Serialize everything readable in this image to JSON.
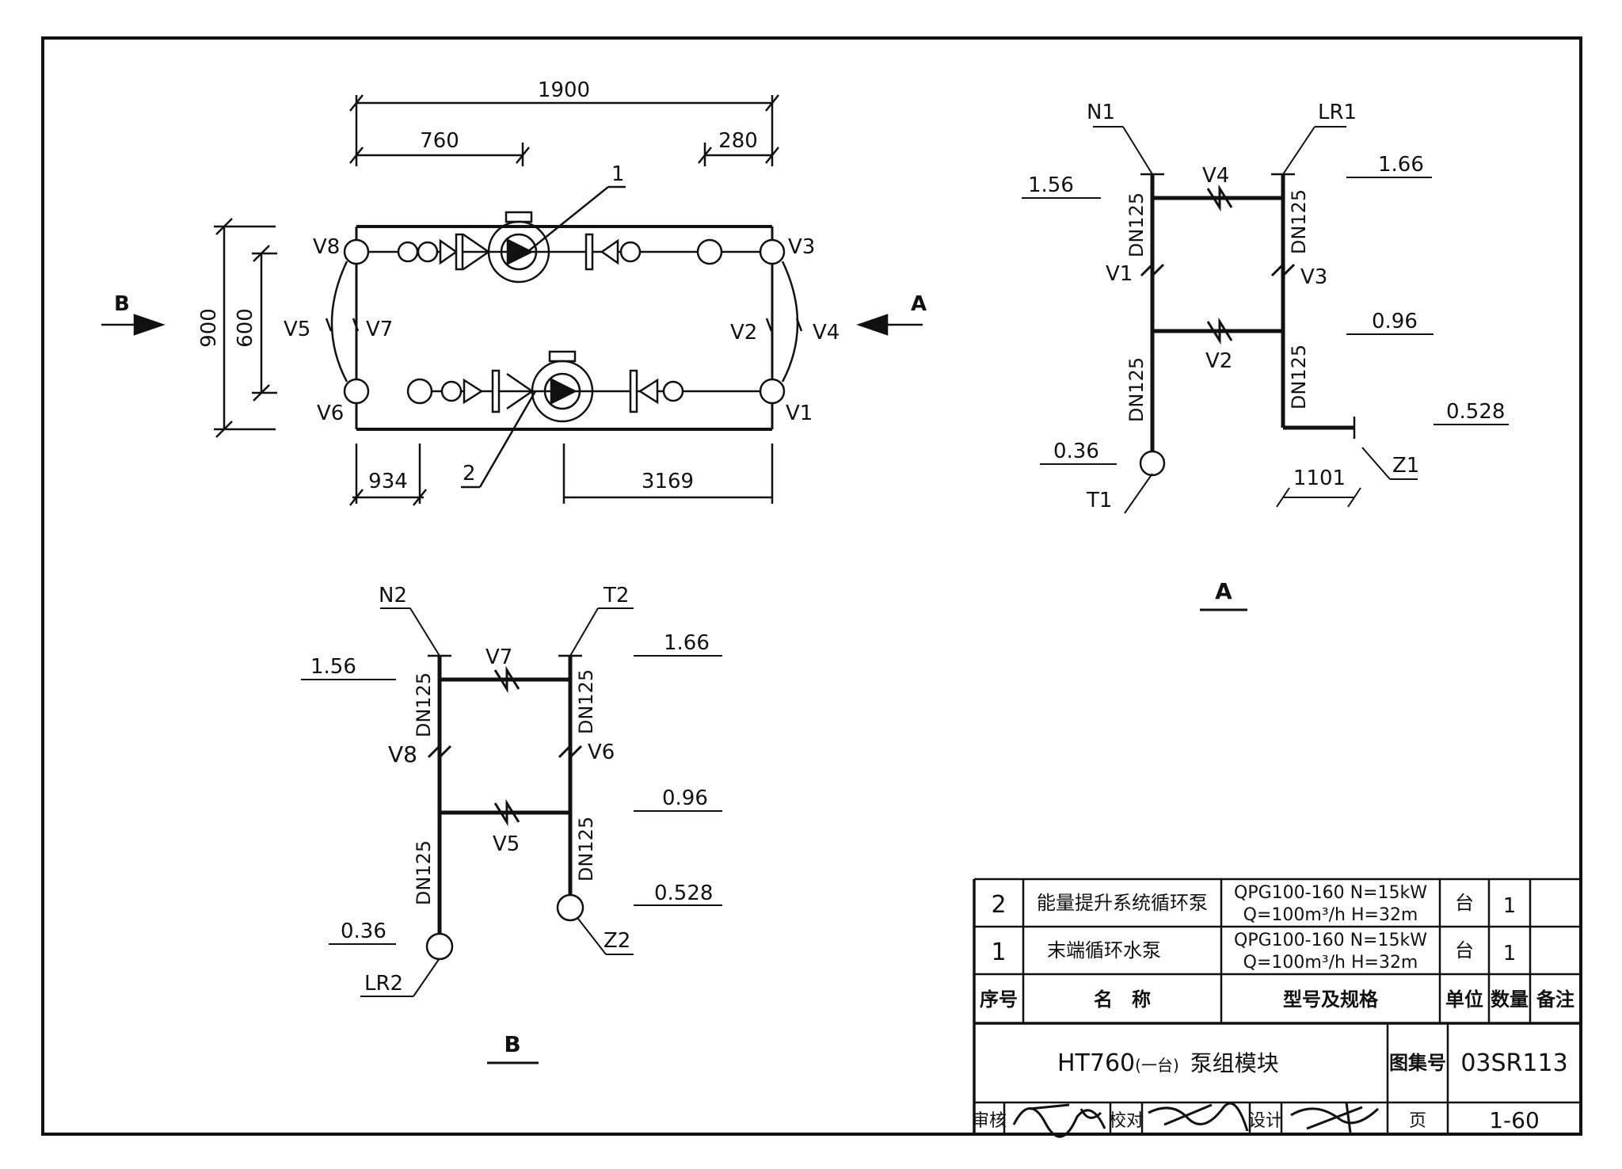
{
  "plan": {
    "dim_overall": "1900",
    "dim_left": "760",
    "dim_right": "280",
    "dim_height_outer": "900",
    "dim_height_inner": "600",
    "dim_bottom_left": "934",
    "dim_bottom_right": "3169",
    "leader_1": "1",
    "leader_2": "2",
    "view_arrow_b": "B",
    "view_arrow_a": "A",
    "valves": {
      "v1": "V1",
      "v2": "V2",
      "v3": "V3",
      "v4": "V4",
      "v5": "V5",
      "v6": "V6",
      "v7": "V7",
      "v8": "V8"
    }
  },
  "section_a": {
    "title": "A",
    "n1": "N1",
    "lr1": "LR1",
    "t1": "T1",
    "z1": "Z1",
    "elev_156": "1.56",
    "elev_166": "1.66",
    "elev_096": "0.96",
    "elev_0528": "0.528",
    "elev_036": "0.36",
    "dim_1101": "1101",
    "v1": "V1",
    "v2": "V2",
    "v3": "V3",
    "v4": "V4",
    "pipe_left_upper": "DN125",
    "pipe_left_lower": "DN125",
    "pipe_right_upper": "DN125",
    "pipe_right_lower": "DN125"
  },
  "section_b": {
    "title": "B",
    "n2": "N2",
    "t2": "T2",
    "lr2": "LR2",
    "z2": "Z2",
    "elev_156": "1.56",
    "elev_166": "1.66",
    "elev_096": "0.96",
    "elev_0528": "0.528",
    "elev_036": "0.36",
    "v5": "V5",
    "v6": "V6",
    "v7": "V7",
    "v8": "V8",
    "pipe_left_upper": "DN125",
    "pipe_left_lower": "DN125",
    "pipe_right_upper": "DN125",
    "pipe_right_lower": "DN125"
  },
  "equipment_table": {
    "rows": [
      {
        "no": "2",
        "name": "能量提升系统循环泵",
        "spec_line1": "QPG100-160 N=15kW",
        "spec_line2": "Q=100m³/h H=32m",
        "unit": "台",
        "qty": "1",
        "note": ""
      },
      {
        "no": "1",
        "name": "末端循环水泵",
        "spec_line1": "QPG100-160 N=15kW",
        "spec_line2": "Q=100m³/h H=32m",
        "unit": "台",
        "qty": "1",
        "note": ""
      }
    ],
    "headers": {
      "no": "序号",
      "name": "名　称",
      "spec": "型号及规格",
      "unit": "单位",
      "qty": "数量",
      "note": "备注"
    }
  },
  "title_block": {
    "title_main": "HT760",
    "title_small": "(一台)",
    "title_suffix": "泵组模块",
    "atlas_label": "图集号",
    "atlas_no": "03SR113",
    "review_label": "审核",
    "check_label": "校对",
    "design_label": "设计",
    "page_label": "页",
    "page_no": "1-60"
  }
}
